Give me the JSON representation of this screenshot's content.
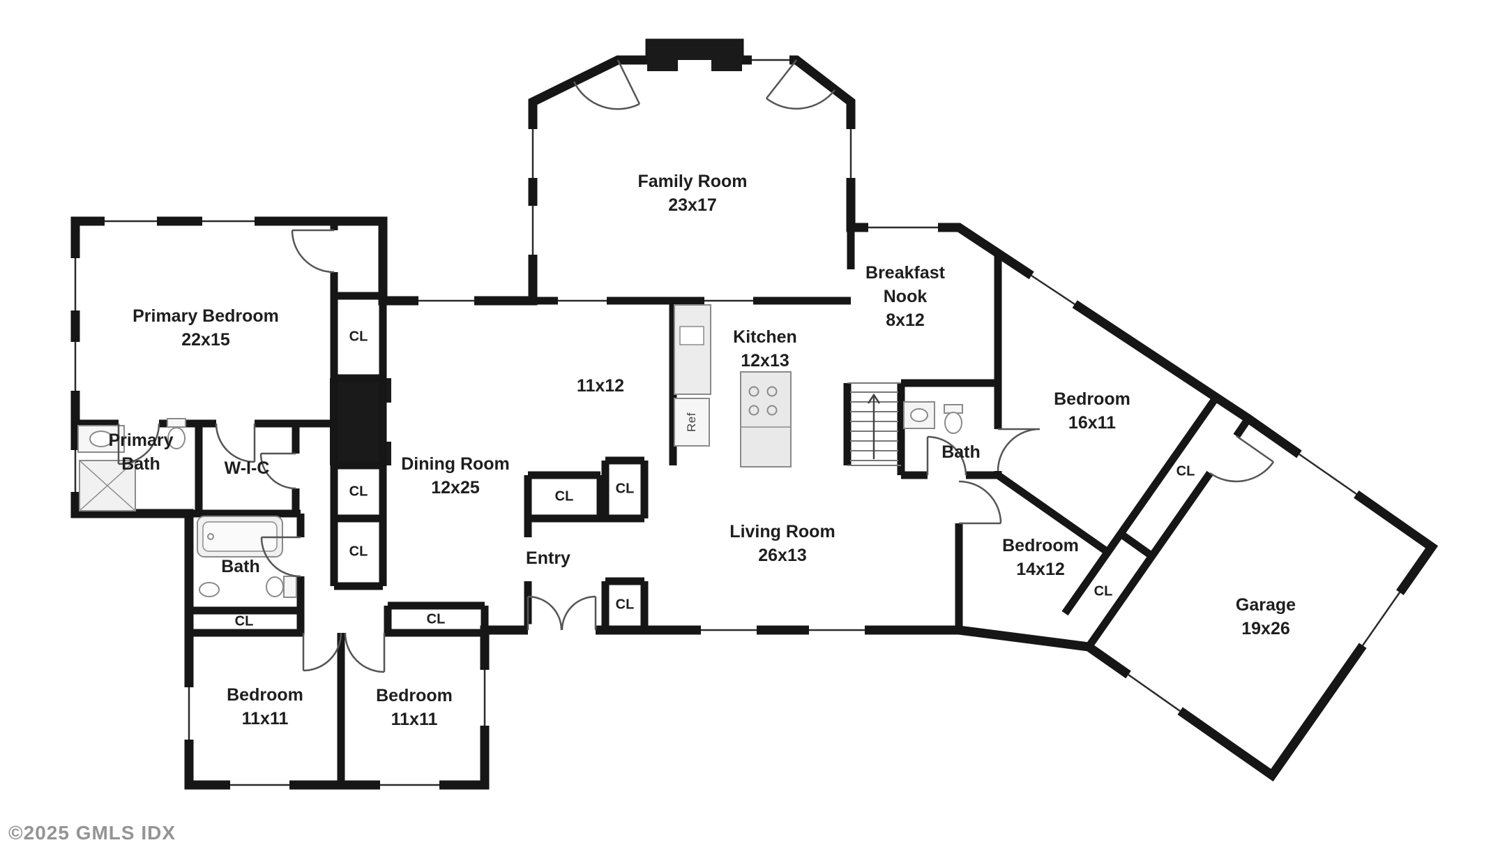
{
  "watermark": "©2025 GMLS IDX",
  "labels": {
    "closet": "CL",
    "ref": "Ref"
  },
  "rooms": {
    "family_room": {
      "name": "Family Room",
      "dims": "23x17"
    },
    "primary_bedroom": {
      "name": "Primary Bedroom",
      "dims": "22x15"
    },
    "primary_bath": {
      "name": "Primary Bath"
    },
    "wic": {
      "name": "W-I-C"
    },
    "hall": {
      "dims": "11x12"
    },
    "dining_room": {
      "name": "Dining Room",
      "dims": "12x25"
    },
    "kitchen": {
      "name": "Kitchen",
      "dims": "12x13"
    },
    "breakfast_nook": {
      "name": "Breakfast Nook",
      "dims": "8x12"
    },
    "entry": {
      "name": "Entry"
    },
    "living_room": {
      "name": "Living Room",
      "dims": "26x13"
    },
    "bath_left": {
      "name": "Bath"
    },
    "bath_right": {
      "name": "Bath"
    },
    "bedroom_right_upper": {
      "name": "Bedroom",
      "dims": "16x11"
    },
    "bedroom_right_lower": {
      "name": "Bedroom",
      "dims": "14x12"
    },
    "bedroom_bottom_left": {
      "name": "Bedroom",
      "dims": "11x11"
    },
    "bedroom_bottom_mid": {
      "name": "Bedroom",
      "dims": "11x11"
    },
    "garage": {
      "name": "Garage",
      "dims": "19x26"
    }
  },
  "colors": {
    "wall": "#161616",
    "fixture_line": "#8a8a8a",
    "fixture_fill": "#efefef",
    "text": "#1e1e1e",
    "watermark": "#949494"
  }
}
